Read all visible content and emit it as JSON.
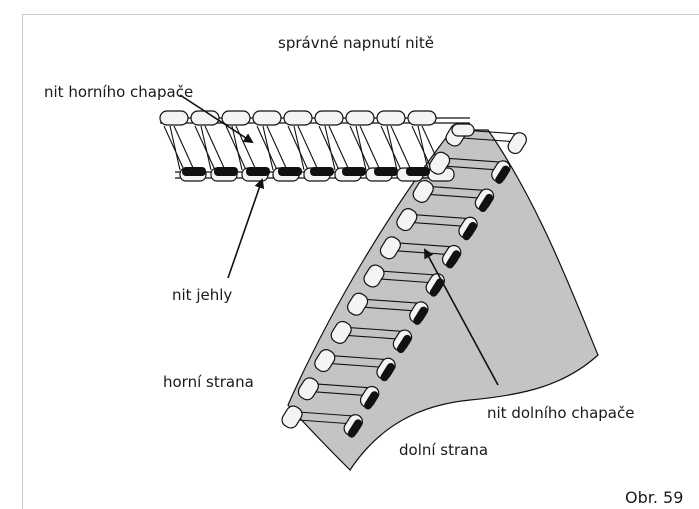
{
  "title": "správné napnutí nitě",
  "labels": {
    "upper_looper_thread": "nit horního chapače",
    "needle_thread": "nit jehly",
    "top_side": "horní strana",
    "lower_looper_thread": "nit dolního chapače",
    "bottom_side": "dolní strana"
  },
  "figure_number": "Obr. 59",
  "colors": {
    "fabric": "#c4c4c4",
    "thread_black": "#111111",
    "thread_light": "#f4f4f4",
    "frame": "#c8c8c8"
  }
}
